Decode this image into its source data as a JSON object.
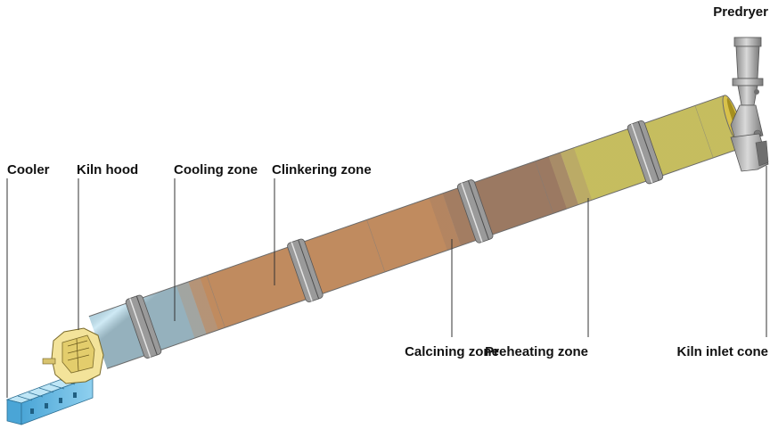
{
  "labels": {
    "predryer": "Predryer",
    "cooler": "Cooler",
    "kiln_hood": "Kiln hood",
    "cooling_zone": "Cooling zone",
    "clinkering_zone": "Clinkering zone",
    "calcining_zone": "Calcining zone",
    "preheating_zone": "Preheating zone",
    "kiln_inlet_cone": "Kiln inlet cone"
  },
  "colors": {
    "cooling": "#bfe3f2",
    "clinkering": "#f6b27a",
    "calcining": "#c79b7e",
    "preheating": "#fdf27a",
    "cooler": "#7fc6e8",
    "hood": "#f3e39a",
    "predryer": "#a7a7a7"
  }
}
